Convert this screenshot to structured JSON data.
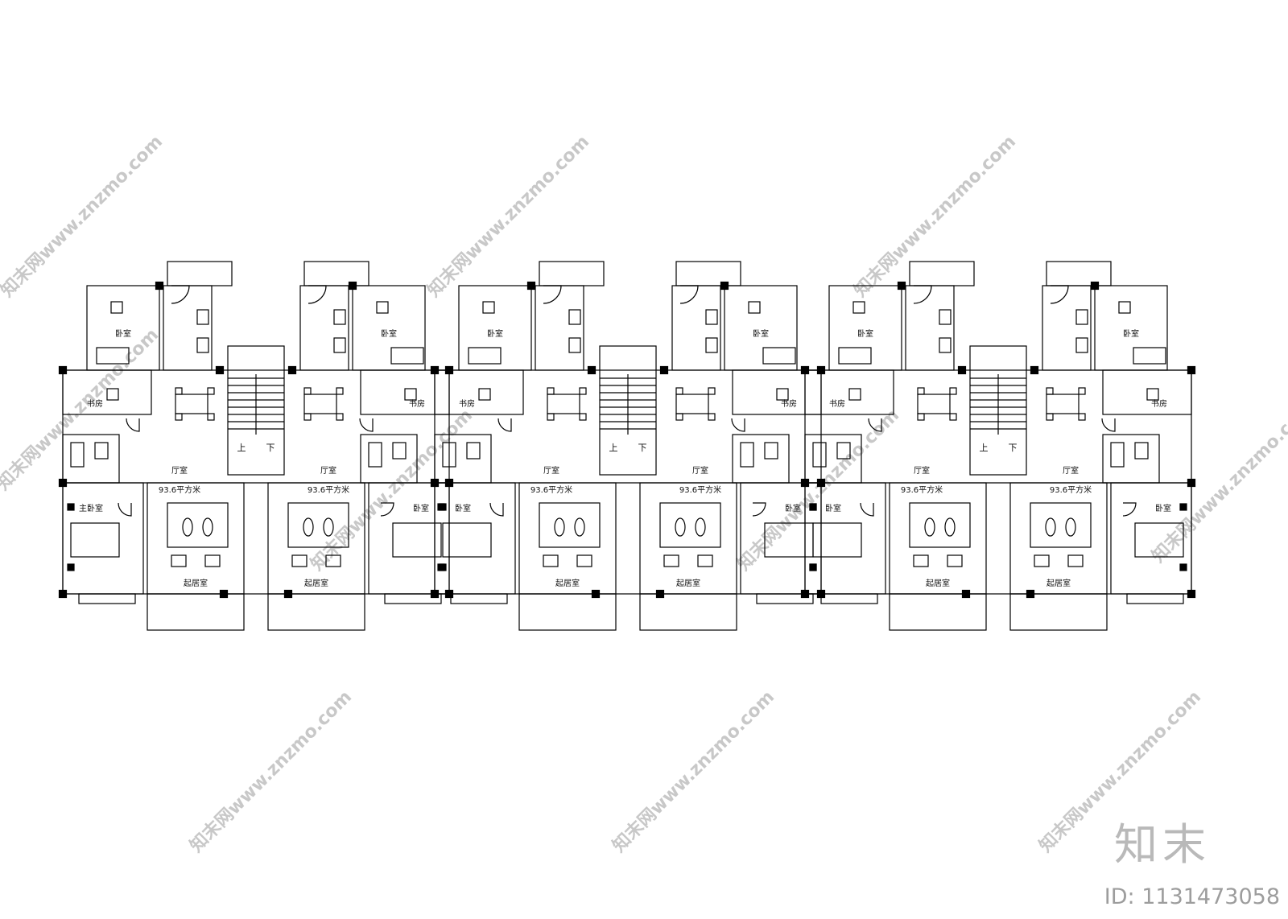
{
  "plan": {
    "unit_area": "93.6平方米",
    "unit_area_variant": "93.6平方米",
    "rooms": {
      "bedroom": "卧室",
      "study": "书房",
      "living": "起居室",
      "hall": "厅室"
    },
    "stairs": {
      "up": "上",
      "down": "下"
    },
    "units": [
      {
        "bedroom_top": "卧室",
        "study": "书房",
        "bedroom_bottom": "主卧室",
        "hall": "厅室",
        "area": "93.6平方米",
        "living": "起居室"
      },
      {
        "bedroom_top": "卧室",
        "study": "书房",
        "bedroom_bottom": "卧室",
        "hall": "厅室",
        "area": "93.6平方米",
        "living": "起居室"
      },
      {
        "bedroom_top": "卧室",
        "study": "书房",
        "bedroom_bottom": "卧室",
        "hall": "厅室",
        "area": "93.6平方米",
        "living": "起居室"
      },
      {
        "bedroom_top": "卧室",
        "study": "书房",
        "bedroom_bottom": "卧室",
        "hall": "厅室",
        "area": "93.6平方米",
        "living": "起居室"
      },
      {
        "bedroom_top": "卧室",
        "study": "书房",
        "bedroom_bottom": "卧室",
        "hall": "厅室",
        "area": "93.6平方米",
        "living": "起居室"
      },
      {
        "bedroom_top": "卧室",
        "study": "书房",
        "bedroom_bottom": "卧室",
        "hall": "厅室",
        "area": "93.6平方米",
        "living": "起居室"
      }
    ]
  },
  "watermark": {
    "text": "知末网www.znzmo.com"
  },
  "brand": {
    "logo_text": "知末"
  },
  "image_id": {
    "text": "ID: 1131473058"
  }
}
